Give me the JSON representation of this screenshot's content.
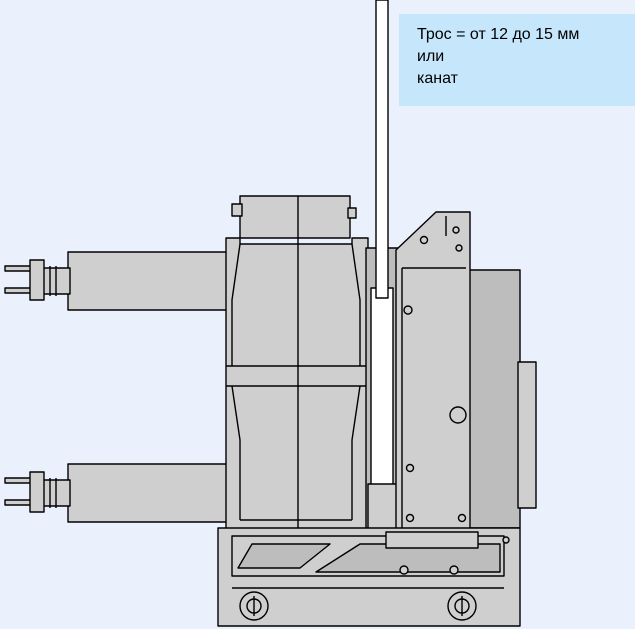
{
  "callout": {
    "lines": [
      "Трос = от 12 до 15 мм",
      "или",
      "канат"
    ]
  },
  "colors": {
    "background": "#eaf1fd",
    "callout_bg": "#c6e6fb",
    "body_fill": "#cfcfcf",
    "dark_fill": "#bdbdbd",
    "stroke": "#000000",
    "rope_fill": "#ffffff"
  }
}
